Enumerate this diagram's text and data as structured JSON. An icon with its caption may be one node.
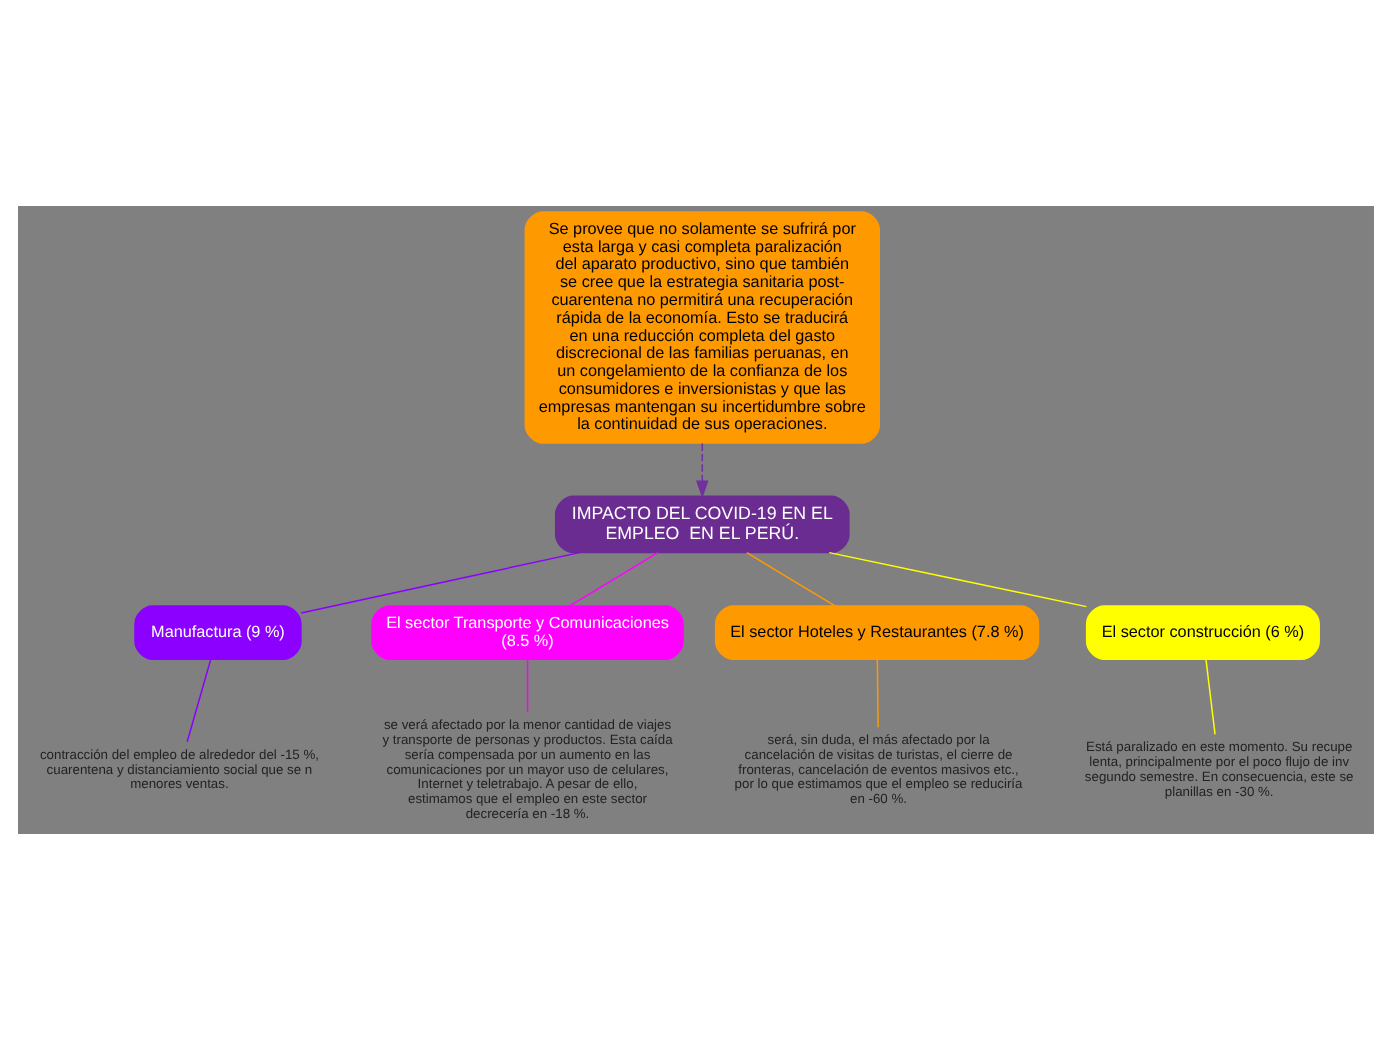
{
  "diagram": {
    "nodes": [
      {
        "text": [
          "Se provee que no solamente se sufrirá por esta larga y casi completa paralización del aparato productivo, sino que también se cree que la estrategia sanitaria post-cuarentena no permitirá una recuperación rápida de la economía. Esto se traducirá en una reducción completa del gasto discrecional de las familias peruanas, en un congelamiento de la confianza de los consumidores e inversionistas y que las empresas mantengan su incertidumbre sobre la continuidad de sus operaciones."
        ]
      },
      {
        "text": [
          "IMPACTO DEL COVID-19 EN EL EMPLEO  EN EL PERÚ."
        ]
      },
      {
        "text": [
          "Manufactura (9 %)"
        ]
      },
      {
        "text": [
          "contracción del empleo de alrededor del -15 %, cuarentena y distanciamiento social que se n menores ventas."
        ]
      },
      {
        "text": [
          "El sector Transporte y Comunicaciones (8.5 %)"
        ]
      },
      {
        "text": [
          "se verá afectado por la menor cantidad de viajes y transporte de personas y productos. Esta caída sería compensada por un aumento en las comunicaciones por un mayor uso de celulares, Internet y teletrabajo. A pesar de ello, estimamos que el empleo en este sector decrecería en -18 %."
        ]
      },
      {
        "text": [
          "El sector Hoteles y Restaurantes (7.8 %)"
        ]
      },
      {
        "text": [
          "será, sin duda, el más afectado por la cancelación de visitas de turistas, el cierre de fronteras, cancelación de eventos masivos etc., por lo que estimamos que el empleo se reduciría en -60 %."
        ]
      },
      {
        "text": [
          "El sector construcción (6 %)"
        ]
      },
      {
        "text": [
          "Está paralizado en este momento. Su recupe lenta, principalmente por el poco flujo de inv segundo semestre. En consecuencia, este se planillas en -30 %."
        ]
      }
    ],
    "edges": [
      {
        "from": 0,
        "to": 1,
        "arrow": "to",
        "style": "dashed",
        "color": "#7030a0"
      },
      {
        "from": 1,
        "to": 2,
        "arrow": "none",
        "color": "#8b00ff"
      },
      {
        "from": 1,
        "to": 4,
        "arrow": "none",
        "color": "#ff00ff"
      },
      {
        "from": 1,
        "to": 6,
        "arrow": "none",
        "color": "#ff9900"
      },
      {
        "from": 1,
        "to": 8,
        "arrow": "none",
        "color": "#ffff00"
      },
      {
        "from": 2,
        "to": 3,
        "arrow": "none",
        "color": "#8b00ff"
      },
      {
        "from": 4,
        "to": 5,
        "arrow": "none",
        "color": "#ff00ff"
      },
      {
        "from": 6,
        "to": 7,
        "arrow": "none",
        "color": "#ff9900"
      },
      {
        "from": 8,
        "to": 9,
        "arrow": "none",
        "color": "#ffff00"
      }
    ]
  }
}
